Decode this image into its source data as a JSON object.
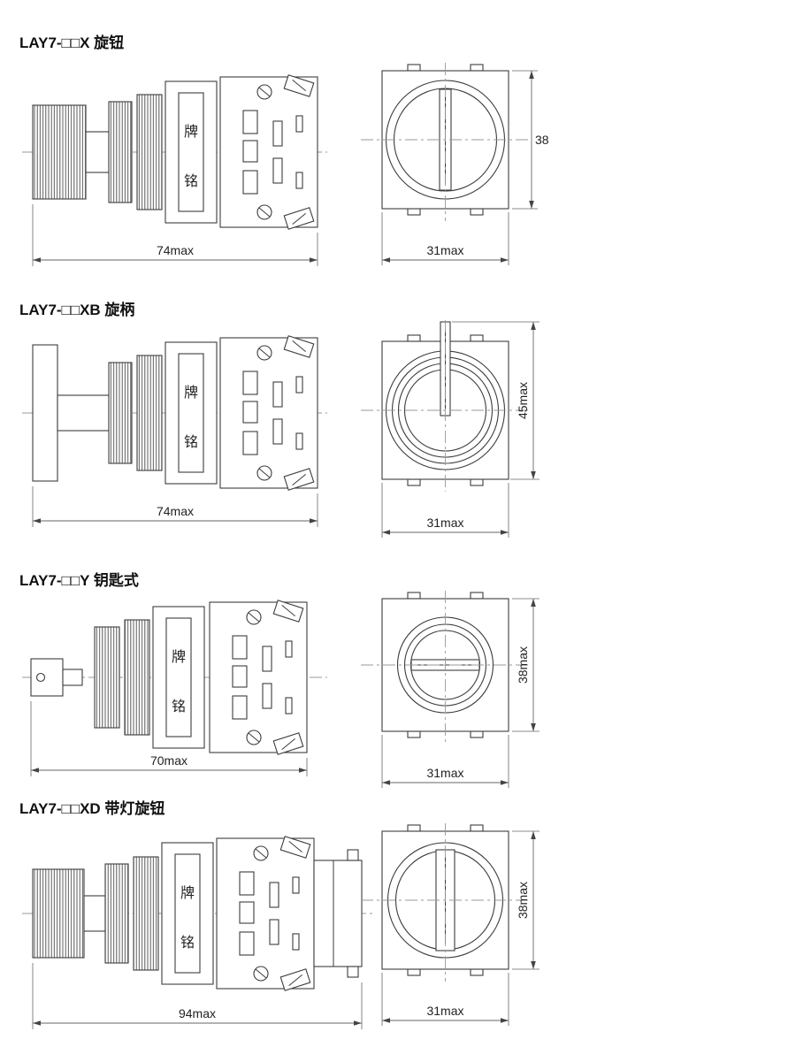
{
  "page": {
    "background": "#ffffff"
  },
  "nameplate": {
    "top": "牌",
    "bottom": "铭"
  },
  "sections": [
    {
      "title": "LAY7-□□X 旋钮",
      "dims": {
        "side_width": "74max",
        "front_width": "31max",
        "front_height": "38"
      }
    },
    {
      "title": "LAY7-□□XB 旋柄",
      "dims": {
        "side_width": "74max",
        "front_width": "31max",
        "front_height": "45max"
      }
    },
    {
      "title": "LAY7-□□Y 钥匙式",
      "dims": {
        "side_width": "70max",
        "front_width": "31max",
        "front_height": "38max"
      }
    },
    {
      "title": "LAY7-□□XD 带灯旋钮",
      "dims": {
        "side_width": "94max",
        "front_width": "31max",
        "front_height": "38max"
      }
    }
  ]
}
